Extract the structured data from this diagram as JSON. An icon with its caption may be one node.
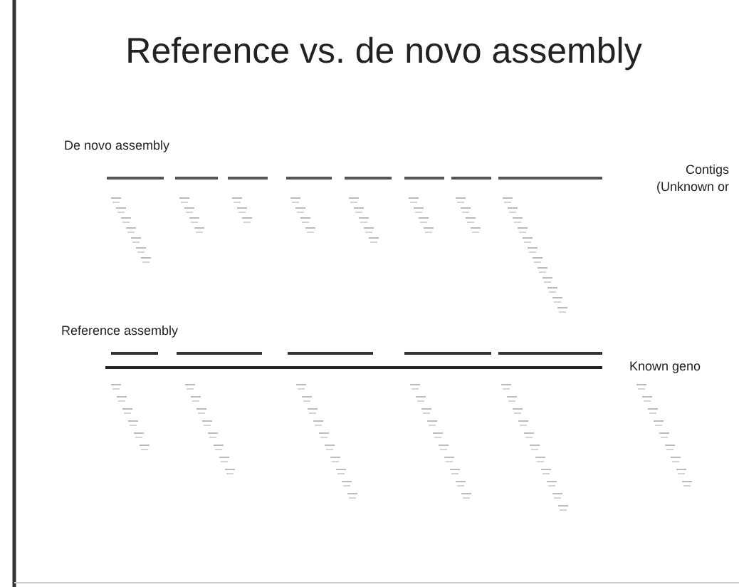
{
  "diagram": {
    "title": "Reference vs. de novo assembly",
    "labels": [
      "De novo assembly",
      "Contigs (Unknown or",
      "Reference assembly",
      "Known geno"
    ]
  }
}
